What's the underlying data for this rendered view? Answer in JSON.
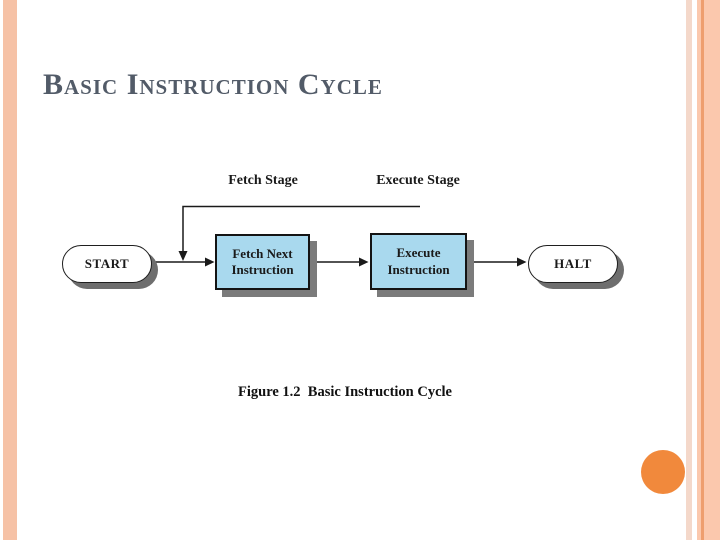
{
  "slide": {
    "title": "Basic Instruction Cycle"
  },
  "diagram": {
    "stage_labels": [
      {
        "label": "Fetch Stage"
      },
      {
        "label": "Execute Stage"
      }
    ],
    "nodes": [
      {
        "id": "start",
        "type": "terminal",
        "label": "START"
      },
      {
        "id": "fetch",
        "type": "process",
        "label_line1": "Fetch Next",
        "label_line2": "Instruction"
      },
      {
        "id": "execute",
        "type": "process",
        "label_line1": "Execute",
        "label_line2": "Instruction"
      },
      {
        "id": "halt",
        "type": "terminal",
        "label": "HALT"
      }
    ],
    "flow": [
      "START -> Fetch Next Instruction",
      "Fetch Next Instruction -> Execute Instruction",
      "Execute Instruction -> HALT",
      "Execute Instruction -> Fetch Next Instruction (feedback loop)"
    ],
    "caption": "Figure 1.2  Basic Instruction Cycle"
  },
  "colors": {
    "title_text": "#525b68",
    "process_fill": "#a9d9ee",
    "box_shadow": "#7b7b7b",
    "terminal_shadow": "#6e6e6e",
    "line": "#1a1a1a",
    "accent_circle": "#f1893c",
    "stripe_salmon": "#f6c2a6",
    "stripe_light_pink": "#f4d8ca",
    "stripe_dark_orange": "#ee9e6e"
  }
}
